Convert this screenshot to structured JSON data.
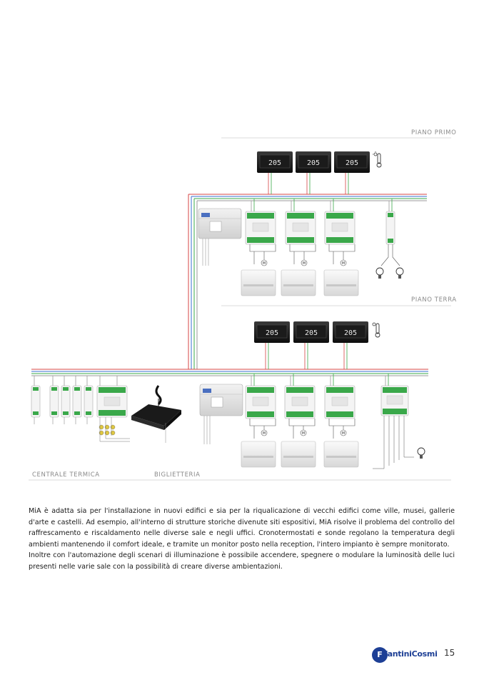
{
  "diagram": {
    "floor_labels": {
      "first_floor": "PIANO PRIMO",
      "ground_floor": "PIANO TERRA"
    },
    "zone_labels": {
      "thermal_plant": "CENTRALE TERMICA",
      "ticket_office": "BIGLIETTERIA"
    },
    "thermostat_display": "205",
    "fan_coil_symbol": "M"
  },
  "body_text": {
    "paragraph_1": "MiA è adatta sia per l'installazione in nuovi edifici e sia per la riqualicazione di vecchi edifici come ville, musei, gallerie d'arte e castelli. Ad esempio, all'interno di strutture storiche divenute siti espositivi, MiA risolve il problema del controllo del raffrescamento e riscaldamento nelle diverse sale e negli uffici. Cronotermostati e sonde regolano la temperatura degli ambienti mantenendo il comfort ideale, e tramite un monitor posto nella reception, l'intero impianto è sempre monitorato.",
    "paragraph_2": "Inoltre con l'automazione degli scenari di illuminazione è possibile accendere, spegnere o modulare la luminosità delle luci presenti nelle varie sale con la possibilità di creare diverse ambientazioni."
  },
  "footer": {
    "logo_mark": "F",
    "logo_text": "FantiniCosmi",
    "page_number": "15"
  },
  "colors": {
    "brand_blue": "#1d3f95",
    "bus_red": "#d64545",
    "bus_green": "#3aa84a",
    "bus_blue": "#3a6fd0",
    "bus_grey": "#9a9a9a"
  }
}
